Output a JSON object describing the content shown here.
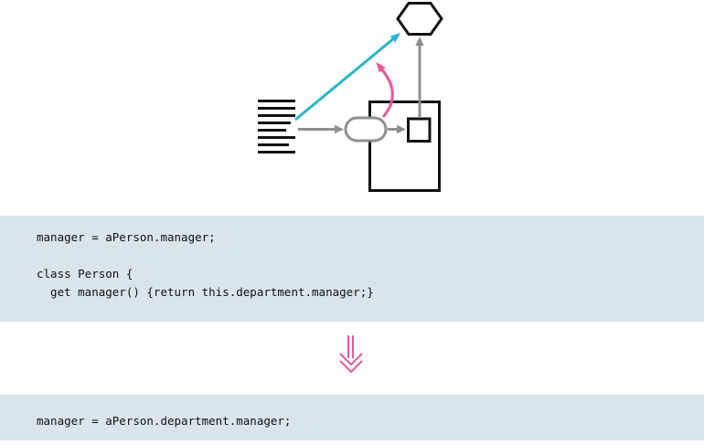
{
  "colors": {
    "page_bg": "#ffffff",
    "code_block_bg": "#d9e4eb",
    "code_text": "#111111",
    "black": "#111111",
    "gray": "#8f8f8f",
    "cyan": "#29b6cd",
    "pink": "#ec559c"
  },
  "diagram": {
    "icons": {
      "client": "code-lines-glyph",
      "getter": "ellipse-node",
      "person_class": "rectangle-node",
      "field": "square-node",
      "target": "hexagon-node",
      "direct_access": "cyan-arrow",
      "delegation": "gray-arrow",
      "inline_hint": "pink-curved-arrow"
    }
  },
  "code_before": {
    "lines": [
      "manager = aPerson.manager;",
      "",
      "class Person {",
      "  get manager() {return this.department.manager;}"
    ]
  },
  "refactor_arrow": {
    "icon": "double-down-arrow"
  },
  "code_after": {
    "lines": [
      "manager = aPerson.department.manager;"
    ]
  }
}
